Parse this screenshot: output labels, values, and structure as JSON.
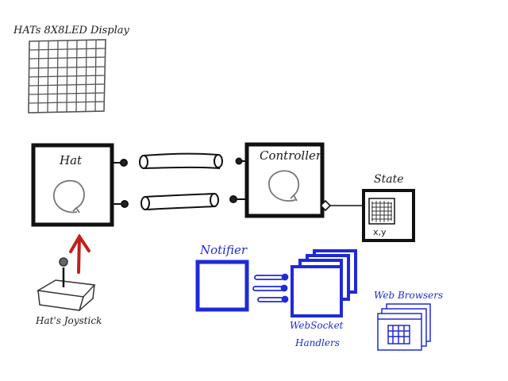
{
  "labels": {
    "led_display": "HATs 8X8LED Display",
    "hat": "Hat",
    "controller": "Controller",
    "state": "State",
    "state_coords": "x,y",
    "joystick": "Hat's Joystick",
    "notifier": "Notifier",
    "websocket_line1": "WebSocket",
    "websocket_line2": "Handlers",
    "web_browsers": "Web Browsers"
  },
  "colors": {
    "ink": "#1a1a1a",
    "blue": "#1f2ad6",
    "arrow_red": "#c0201a",
    "grey": "#888888"
  }
}
